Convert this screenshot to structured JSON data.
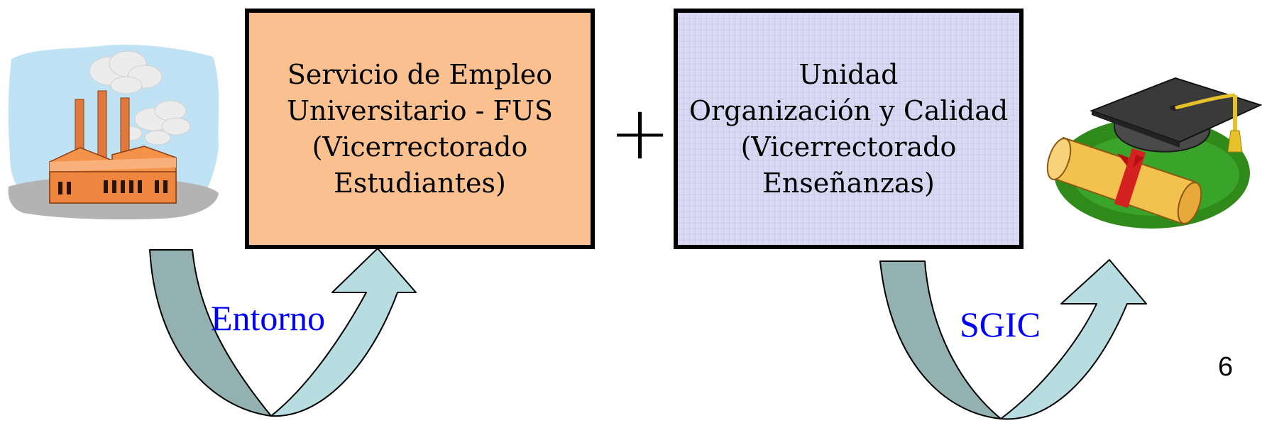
{
  "boxes": {
    "left": {
      "line1": "Servicio de Empleo",
      "line2": "Universitario - FUS",
      "line3": "(Vicerrectorado",
      "line4": "Estudiantes)",
      "fill": "#fac08f"
    },
    "right": {
      "line1": "Unidad",
      "line2": "Organización y Calidad",
      "line3": "(Vicerrectorado",
      "line4": "Enseñanzas)",
      "fill": "#d9d9f3"
    }
  },
  "operator": "+",
  "arrows": {
    "left_label": "Entorno",
    "right_label": "SGIC",
    "label_color": "#0000ff",
    "dark_fill": "#93b1b1",
    "light_fill": "#b7dde0"
  },
  "images": {
    "left_icon": "factory-clipart-icon",
    "right_icon": "graduation-cap-diploma-icon"
  },
  "page_number": "6"
}
